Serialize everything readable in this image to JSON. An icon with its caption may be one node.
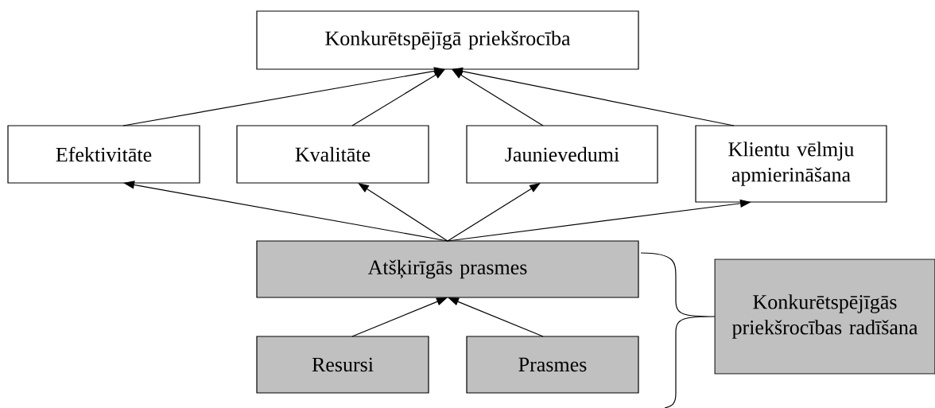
{
  "diagram": {
    "nodes": [
      {
        "text": [
          "Konkurētspējīgā priekšrocība"
        ]
      },
      {
        "text": [
          "Efektivitāte"
        ]
      },
      {
        "text": [
          "Kvalitāte"
        ]
      },
      {
        "text": [
          "Jaunievedumi"
        ]
      },
      {
        "text": [
          "Klientu vēlmju apmierināšana"
        ]
      },
      {
        "text": [
          "Atšķirīgās prasmes"
        ]
      },
      {
        "text": [
          "Resursi"
        ]
      },
      {
        "text": [
          "Prasmes"
        ]
      },
      {
        "text": [
          "Konkurētspējīgās priekšrocības radīšana"
        ]
      }
    ],
    "edges": [
      {
        "from": 1,
        "to": 0,
        "arrow": "to"
      },
      {
        "from": 2,
        "to": 0,
        "arrow": "to"
      },
      {
        "from": 3,
        "to": 0,
        "arrow": "to"
      },
      {
        "from": 4,
        "to": 0,
        "arrow": "to"
      },
      {
        "from": 5,
        "to": 1,
        "arrow": "to"
      },
      {
        "from": 5,
        "to": 2,
        "arrow": "to"
      },
      {
        "from": 5,
        "to": 3,
        "arrow": "to"
      },
      {
        "from": 5,
        "to": 4,
        "arrow": "to"
      },
      {
        "from": 6,
        "to": 5,
        "arrow": "to"
      },
      {
        "from": 7,
        "to": 5,
        "arrow": "to"
      }
    ]
  }
}
